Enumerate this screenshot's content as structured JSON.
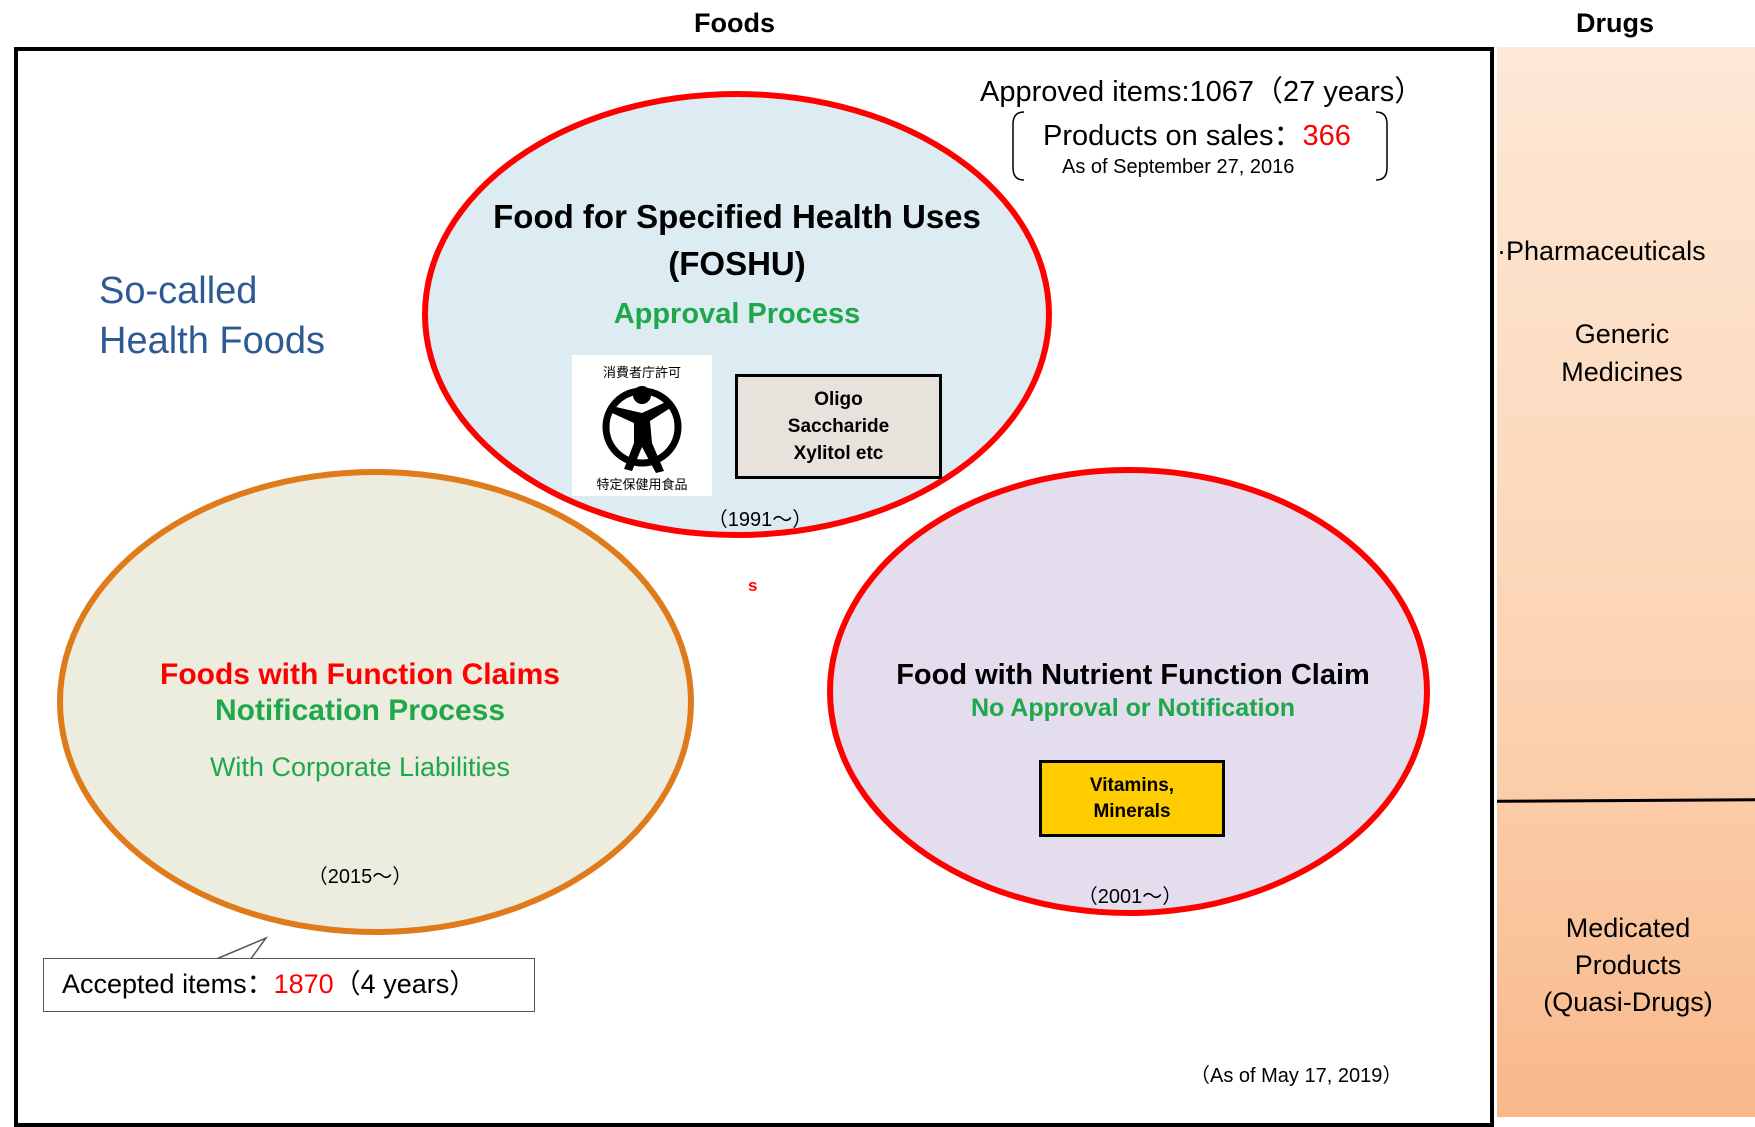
{
  "header": {
    "foods": "Foods",
    "drugs": "Drugs"
  },
  "health_foods": {
    "line1": "So-called",
    "line2": "Health Foods"
  },
  "foshu_stats": {
    "approved": "Approved items:1067（27 years）",
    "products_label": "Products on sales：",
    "products_value": "366",
    "as_of": "As of September 27, 2016"
  },
  "foshu": {
    "title1": "Food for Specified Health Uses",
    "title2": "(FOSHU)",
    "process": "Approval Process",
    "logo_text": "消費者庁許可 特定保健用食品",
    "example": [
      "Oligo",
      "Saccharide",
      "Xylitol etc"
    ],
    "since": "（1991～）"
  },
  "stray_mark": "s",
  "ffc": {
    "title": "Foods with Function Claims",
    "process": "Notification Process",
    "note": "With Corporate Liabilities",
    "since": "（2015～）"
  },
  "nutrient": {
    "title": "Food with Nutrient Function Claim",
    "process": "No Approval or Notification",
    "example": [
      "Vitamins,",
      "Minerals"
    ],
    "since": "（2001～）"
  },
  "accepted": {
    "label": "Accepted items：",
    "value": "1870",
    "suffix": "（4 years）"
  },
  "as_of_bottom": "（As of May 17, 2019）",
  "drugs": {
    "pharma": "Pharmaceuticals",
    "generic1": "Generic",
    "generic2": "Medicines",
    "medicated1": "Medicated",
    "medicated2": "Products",
    "medicated3": "(Quasi-Drugs)"
  },
  "colors": {
    "foshu_fill": "#ddebf2",
    "foshu_border": "#ff0000",
    "ffc_fill": "#ecedde",
    "ffc_border": "#e07b1c",
    "nutrient_fill": "#e4dded",
    "nutrient_border": "#ff0000",
    "green": "#1ea84b",
    "blue_text": "#2e5a93",
    "vitamin_box": "#ffcc00"
  }
}
